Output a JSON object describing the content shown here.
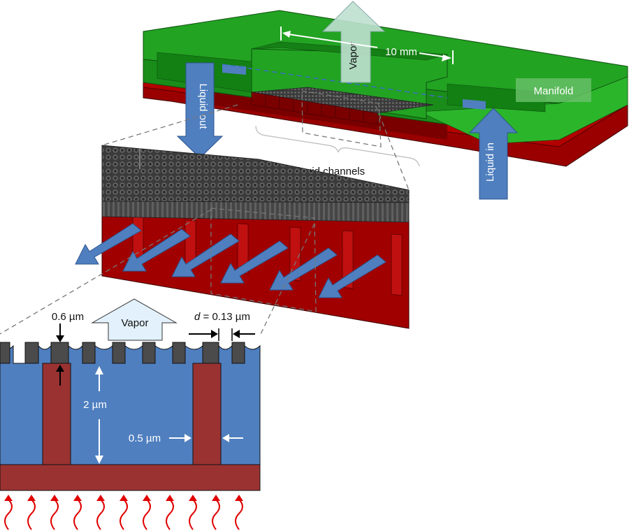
{
  "labels": {
    "dimension_10mm": "10 mm",
    "vapor_top": "Vapor",
    "liquid_out": "Liquid out",
    "liquid_in": "Liquid in",
    "manifold": "Manifold",
    "liquid_channels": "Liquid channels",
    "vapor_bottom": "Vapor",
    "membrane_thickness": "0.6 µm",
    "pore_d_italic": "d",
    "pore_d_value": " = 0.13 µm",
    "channel_height": "2 µm",
    "rib_width": "0.5 µm"
  },
  "colors": {
    "manifold_green": "#1a9a1a",
    "substrate_red": "#a00000",
    "liquid_blue": "#4f7fbf",
    "membrane_gray": "#4a4a4a",
    "heat_red": "#e00000"
  }
}
